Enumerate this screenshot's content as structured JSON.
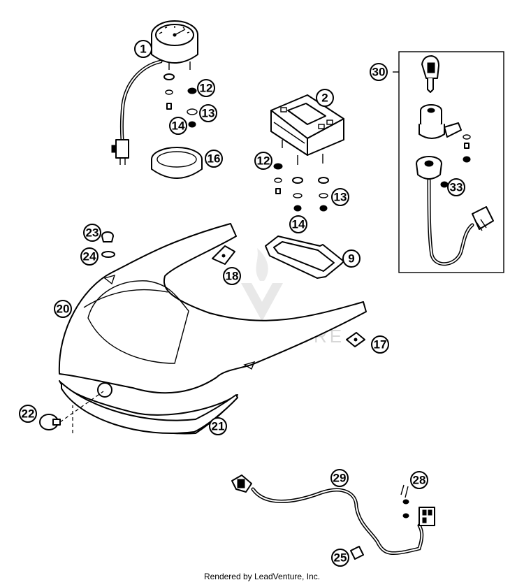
{
  "callouts": {
    "c1": "1",
    "c2": "2",
    "c9": "9",
    "c12a": "12",
    "c12b": "12",
    "c13a": "13",
    "c13b": "13",
    "c14a": "14",
    "c14b": "14",
    "c16": "16",
    "c17": "17",
    "c18": "18",
    "c20": "20",
    "c21": "21",
    "c22": "22",
    "c23": "23",
    "c24": "24",
    "c25": "25",
    "c28": "28",
    "c29": "29",
    "c30": "30",
    "c33": "33"
  },
  "watermark": "LEADVENTURE",
  "footer": "Rendered by LeadVenture, Inc."
}
